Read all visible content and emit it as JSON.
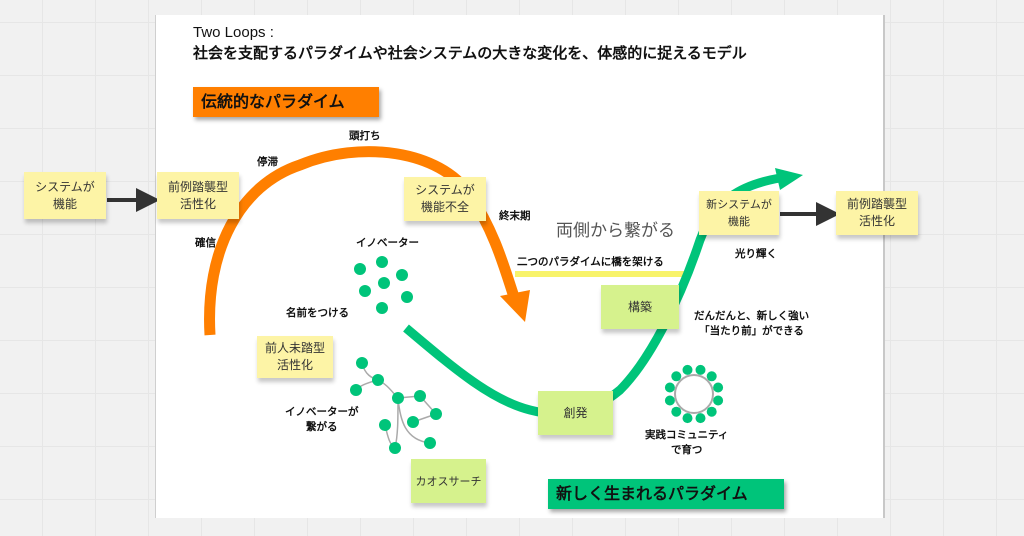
{
  "title": {
    "line1": "Two Loops :",
    "line2": "社会を支配するパラダイムや社会システムの大きな変化を、体感的に捉えるモデル"
  },
  "banners": {
    "traditional": "伝統的なパラダイム",
    "emerging": "新しく生まれるパラダイム"
  },
  "stickies": {
    "system_functions": "システムが\n機能",
    "precedent_activation_left": "前例踏襲型\n活性化",
    "system_dysfunction": "システムが\n機能不全",
    "new_system_functions": "新システムが\n機能",
    "precedent_activation_right": "前例踏襲型\n活性化",
    "build": "構築",
    "emergence": "創発",
    "unprecedented_activation": "前人未踏型\n活性化",
    "chaos_search": "カオスサーチ"
  },
  "labels": {
    "peak": "頭打ち",
    "stagnation": "停滞",
    "conviction": "確信",
    "end_period": "終末期",
    "innovators": "イノベーター",
    "naming": "名前をつける",
    "connect_both_sides": "両側から繋がる",
    "bridge": "二つのパラダイムに橋を架ける",
    "shine": "光り輝く",
    "gradually_line1": "だんだんと、新しく強い",
    "gradually_line2": "「当たり前」ができる",
    "innovators_connect_line1": "イノベーターが",
    "innovators_connect_line2": "繋がる",
    "practice_community_line1": "実践コミュニティ",
    "practice_community_line2": "で育つ"
  },
  "colors": {
    "orange": "#ff7f00",
    "green": "#00c47a",
    "sticky_yellow": "#fdf4a6",
    "sticky_green": "#d6f28d",
    "bridge_yellow": "#f8f36a",
    "arrow_dark": "#333333"
  }
}
